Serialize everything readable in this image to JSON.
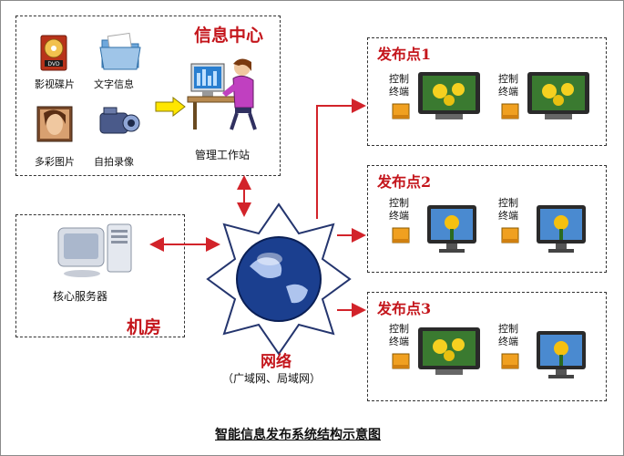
{
  "info_center": {
    "title": "信息中心",
    "items": [
      {
        "label": "影视碟片",
        "icon": "dvd-icon"
      },
      {
        "label": "文字信息",
        "icon": "folder-icon"
      },
      {
        "label": "多彩图片",
        "icon": "photo-icon"
      },
      {
        "label": "自拍录像",
        "icon": "camcorder-icon"
      }
    ],
    "workstation_label": "管理工作站"
  },
  "machine_room": {
    "title": "机房",
    "server_label": "核心服务器"
  },
  "network": {
    "title": "网络",
    "subtitle": "（广域网、局域网）"
  },
  "publish_points": [
    {
      "title": "发布点1",
      "terminal_label_1": "控制",
      "terminal_label_2": "终端"
    },
    {
      "title": "发布点2",
      "terminal_label_1": "控制",
      "terminal_label_2": "终端"
    },
    {
      "title": "发布点3",
      "terminal_label_1": "控制",
      "terminal_label_2": "终端"
    }
  ],
  "caption": "智能信息发布系统结构示意图",
  "colors": {
    "accent_red": "#c4161c",
    "arrow_red": "#d2232a",
    "dashed_border": "#333333"
  }
}
